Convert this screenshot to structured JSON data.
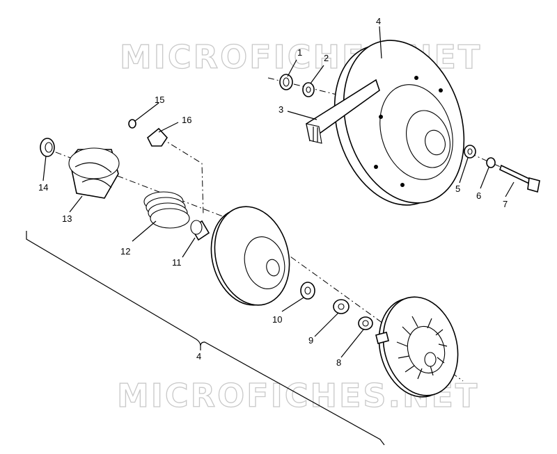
{
  "watermarks": [
    "MICROFICHES.NET",
    "MICROFICHES.NET"
  ],
  "callouts": {
    "p1": "1",
    "p2": "2",
    "p3": "3",
    "p4_top": "4",
    "p5": "5",
    "p6": "6",
    "p7": "7",
    "p8": "8",
    "p9": "9",
    "p10": "10",
    "p11": "11",
    "p12": "12",
    "p13": "13",
    "p14": "14",
    "p15": "15",
    "p16": "16",
    "p4_bottom": "4"
  }
}
